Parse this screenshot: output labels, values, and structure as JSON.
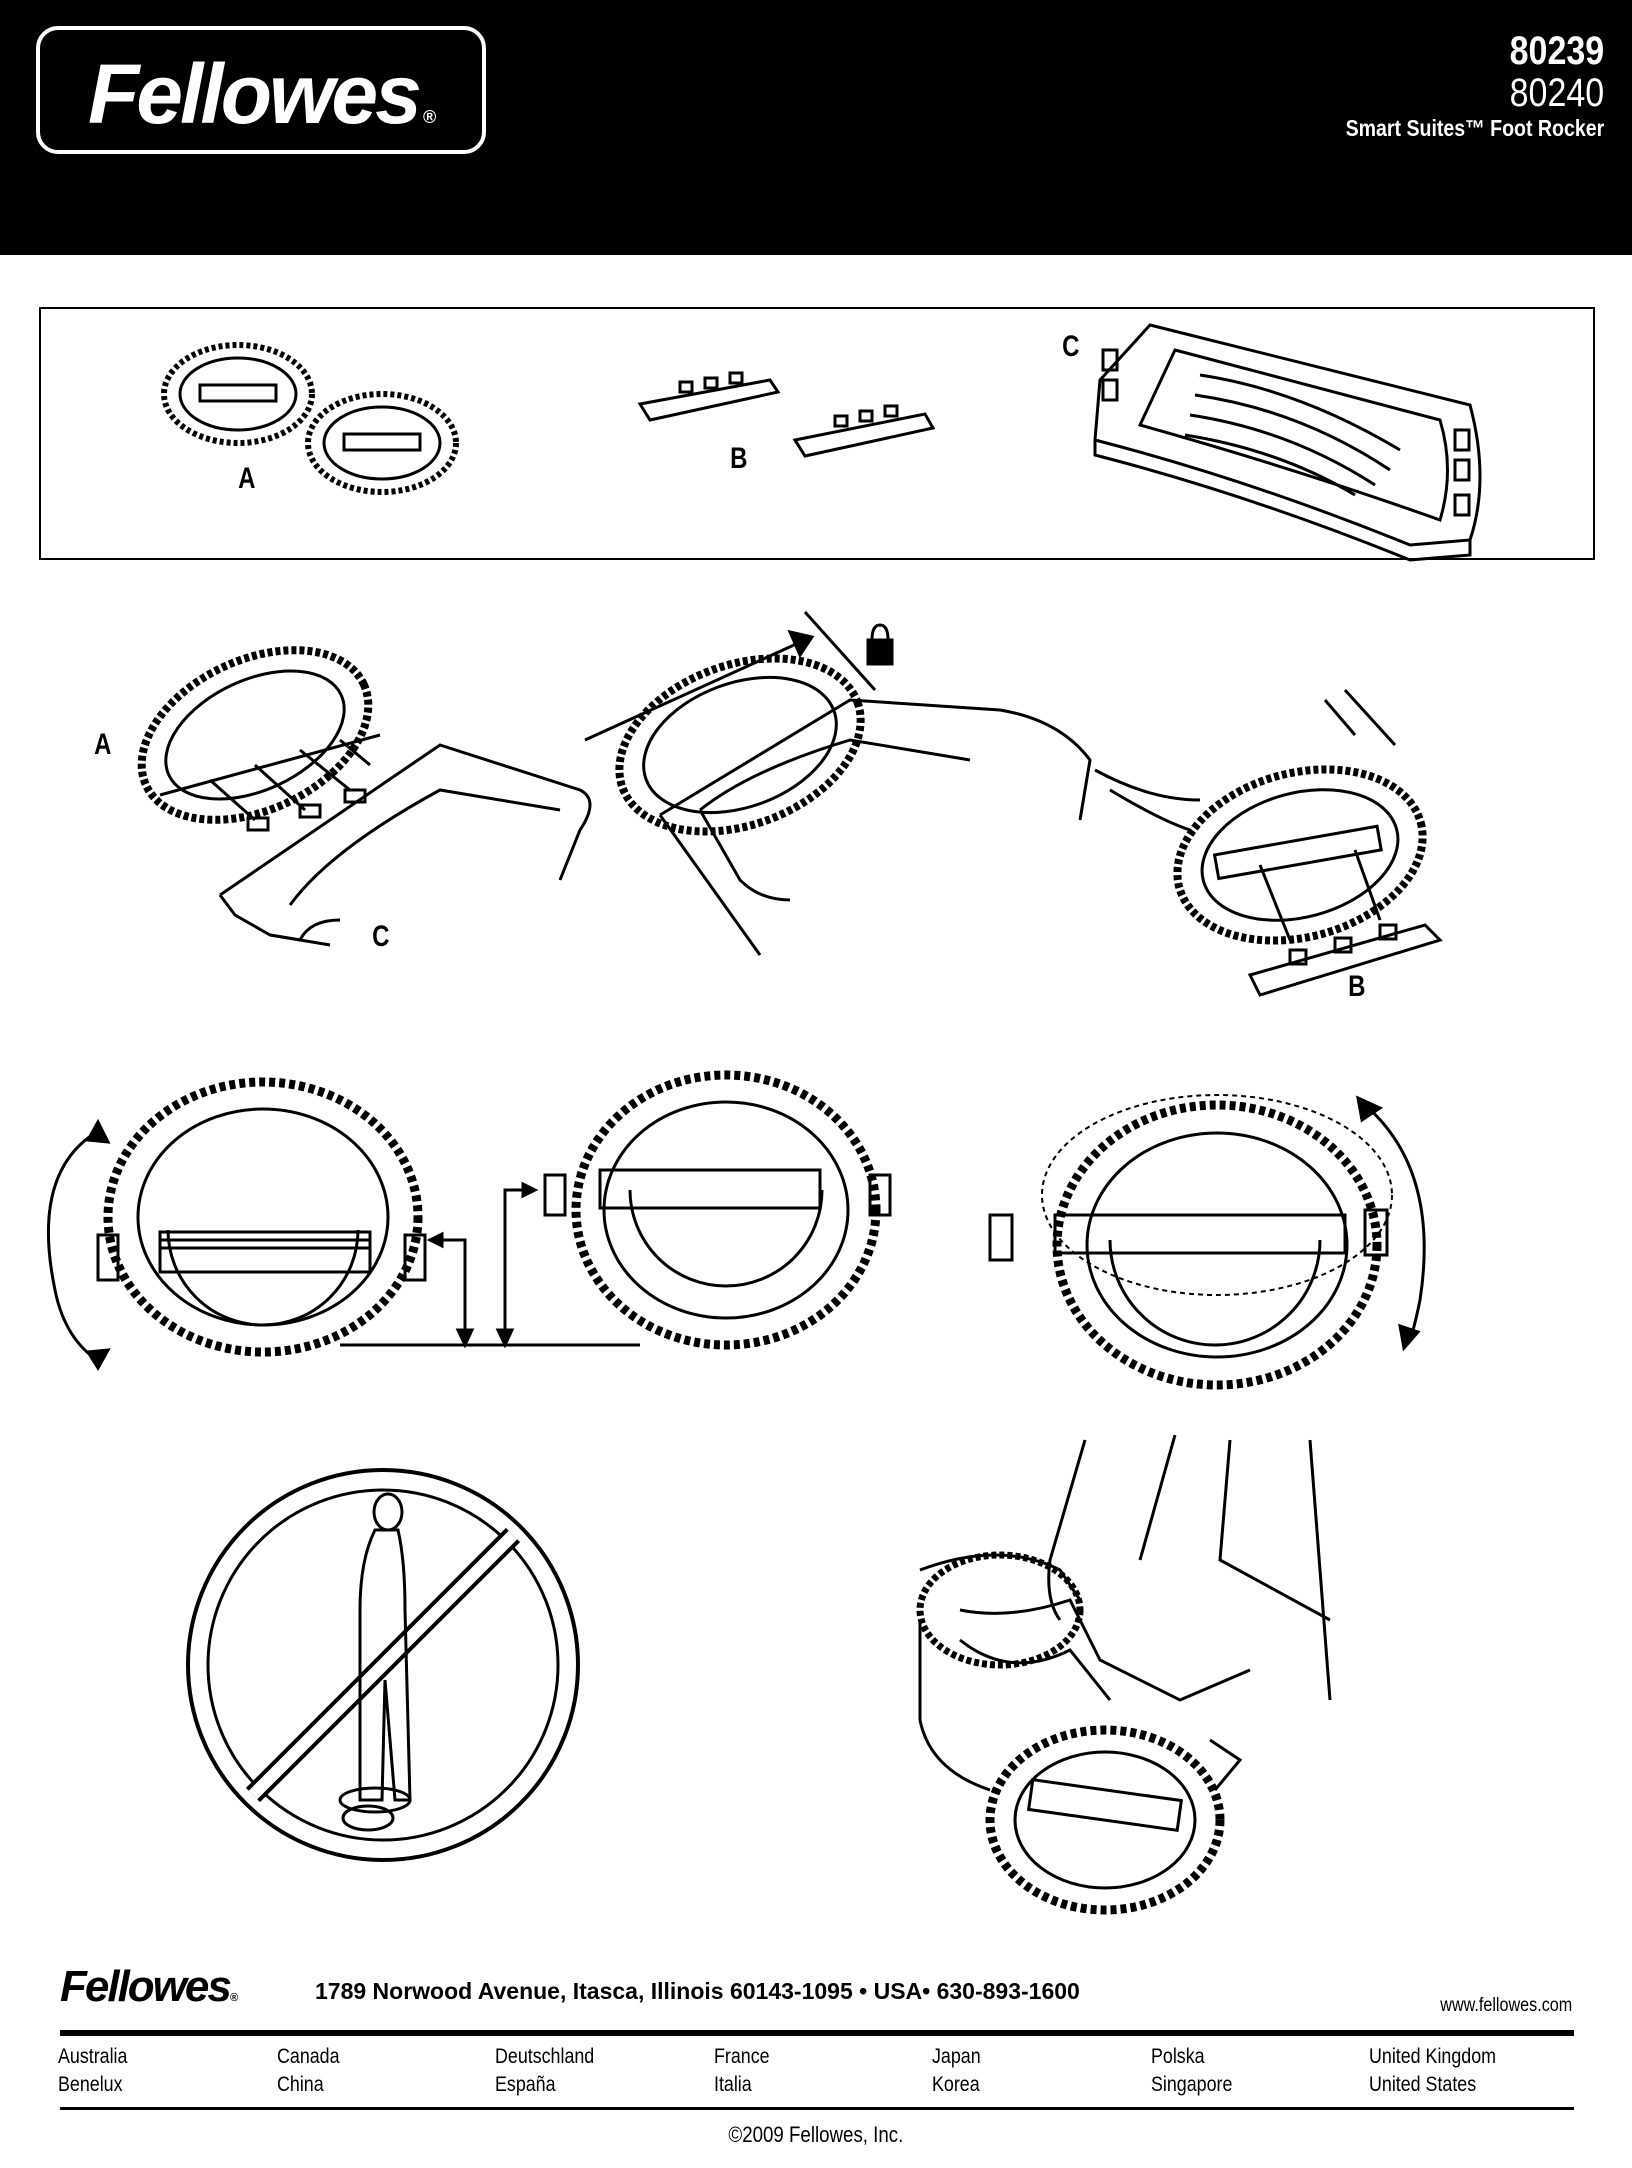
{
  "header": {
    "brand": "Fellowes",
    "registered_mark": "®",
    "model_numbers": [
      "80239",
      "80240"
    ],
    "product_title": "Smart Suites™ Foot Rocker"
  },
  "parts": {
    "labels": [
      "A",
      "B",
      "C"
    ]
  },
  "steps": {
    "attach_labels": [
      "A",
      "C",
      "B"
    ]
  },
  "footer": {
    "brand": "Fellowes",
    "registered_mark": "®",
    "address": "1789 Norwood Avenue, Itasca, Illinois 60143-1095 • USA• 630-893-1600",
    "website": "www.fellowes.com",
    "countries": [
      "Australia",
      "Canada",
      "Deutschland",
      "France",
      "Japan",
      "Polska",
      "United Kingdom",
      "Benelux",
      "China",
      "España",
      "Italia",
      "Korea",
      "Singapore",
      "United States"
    ],
    "copyright": "©2009 Fellowes, Inc."
  }
}
